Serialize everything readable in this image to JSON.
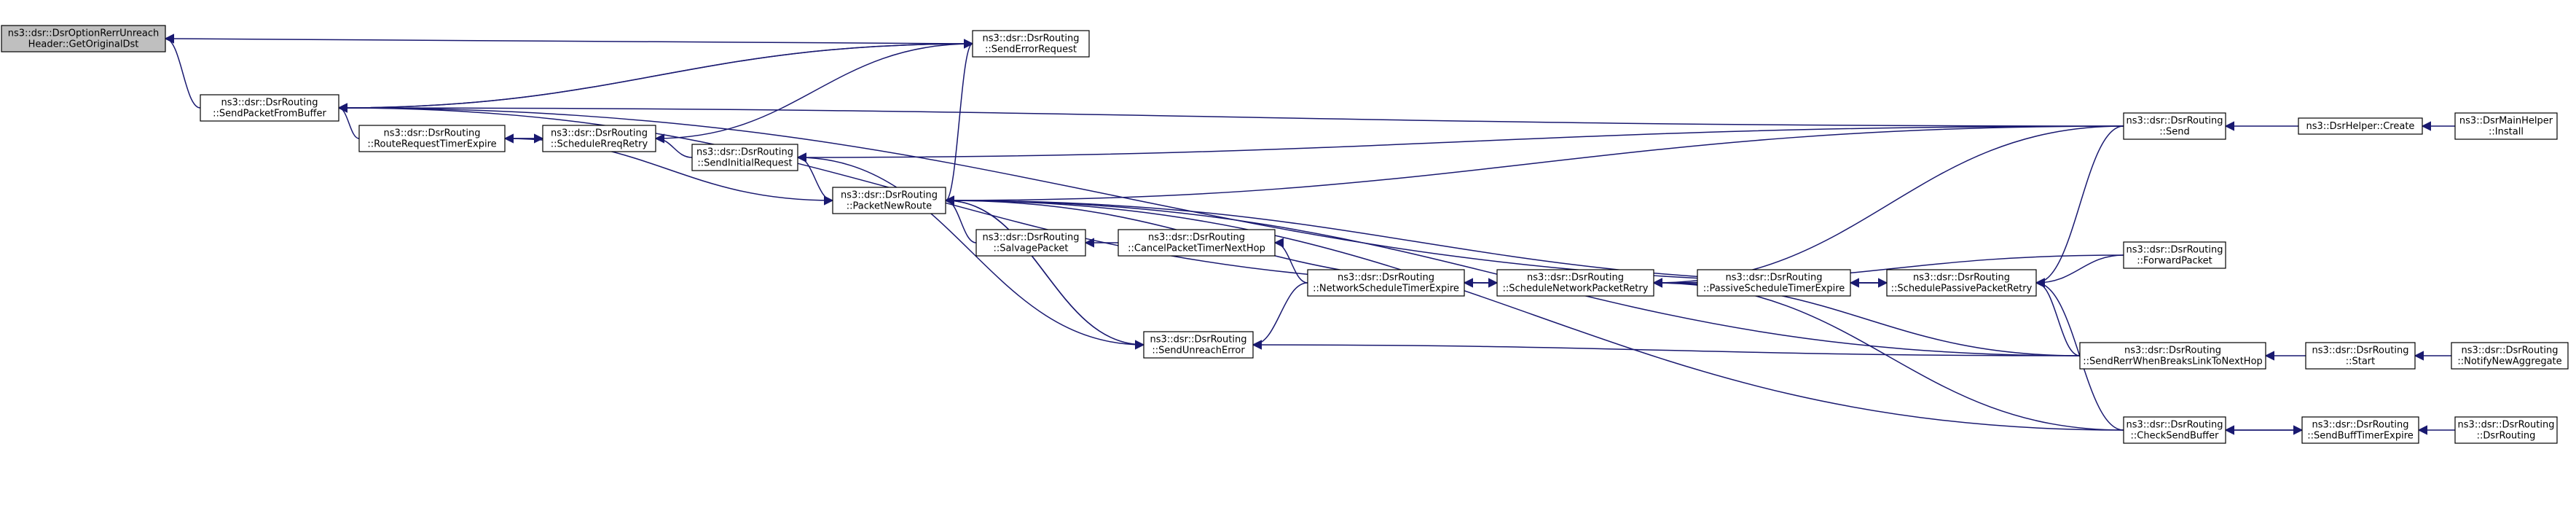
{
  "nodes": [
    {
      "id": "root",
      "lines": [
        "ns3::dsr::DsrOptionRerrUnreach",
        "Header::GetOriginalDst"
      ]
    },
    {
      "id": "sendPacketFromBuffer",
      "lines": [
        "ns3::dsr::DsrRouting",
        "::SendPacketFromBuffer"
      ]
    },
    {
      "id": "sendErrorRequest",
      "lines": [
        "ns3::dsr::DsrRouting",
        "::SendErrorRequest"
      ]
    },
    {
      "id": "routeRequestTimerExpire",
      "lines": [
        "ns3::dsr::DsrRouting",
        "::RouteRequestTimerExpire"
      ]
    },
    {
      "id": "scheduleRreqRetry",
      "lines": [
        "ns3::dsr::DsrRouting",
        "::ScheduleRreqRetry"
      ]
    },
    {
      "id": "sendInitialRequest",
      "lines": [
        "ns3::dsr::DsrRouting",
        "::SendInitialRequest"
      ]
    },
    {
      "id": "packetNewRoute",
      "lines": [
        "ns3::dsr::DsrRouting",
        "::PacketNewRoute"
      ]
    },
    {
      "id": "salvagePacket",
      "lines": [
        "ns3::dsr::DsrRouting",
        "::SalvagePacket"
      ]
    },
    {
      "id": "cancelPacketTimerNextHop",
      "lines": [
        "ns3::dsr::DsrRouting",
        "::CancelPacketTimerNextHop"
      ]
    },
    {
      "id": "networkScheduleTimerExpire",
      "lines": [
        "ns3::dsr::DsrRouting",
        "::NetworkScheduleTimerExpire"
      ]
    },
    {
      "id": "sendUnreachError",
      "lines": [
        "ns3::dsr::DsrRouting",
        "::SendUnreachError"
      ]
    },
    {
      "id": "scheduleNetworkPacketRetry",
      "lines": [
        "ns3::dsr::DsrRouting",
        "::ScheduleNetworkPacketRetry"
      ]
    },
    {
      "id": "passiveScheduleTimerExpire",
      "lines": [
        "ns3::dsr::DsrRouting",
        "::PassiveScheduleTimerExpire"
      ]
    },
    {
      "id": "schedulePassivePacketRetry",
      "lines": [
        "ns3::dsr::DsrRouting",
        "::SchedulePassivePacketRetry"
      ]
    },
    {
      "id": "send",
      "lines": [
        "ns3::dsr::DsrRouting",
        "::Send"
      ]
    },
    {
      "id": "forwardPacket",
      "lines": [
        "ns3::dsr::DsrRouting",
        "::ForwardPacket"
      ]
    },
    {
      "id": "sendRerrWhenBreaksLinkToNextHop",
      "lines": [
        "ns3::dsr::DsrRouting",
        "::SendRerrWhenBreaksLinkToNextHop"
      ]
    },
    {
      "id": "checkSendBuffer",
      "lines": [
        "ns3::dsr::DsrRouting",
        "::CheckSendBuffer"
      ]
    },
    {
      "id": "dsrHelperCreate",
      "lines": [
        "ns3::DsrHelper::Create"
      ]
    },
    {
      "id": "dsrMainHelperInstall",
      "lines": [
        "ns3::DsrMainHelper",
        "::Install"
      ]
    },
    {
      "id": "start",
      "lines": [
        "ns3::dsr::DsrRouting",
        "::Start"
      ]
    },
    {
      "id": "notifyNewAggregate",
      "lines": [
        "ns3::dsr::DsrRouting",
        "::NotifyNewAggregate"
      ]
    },
    {
      "id": "sendBuffTimerExpire",
      "lines": [
        "ns3::dsr::DsrRouting",
        "::SendBuffTimerExpire"
      ]
    },
    {
      "id": "dsrRoutingCtor",
      "lines": [
        "ns3::dsr::DsrRouting",
        "::DsrRouting"
      ]
    }
  ],
  "edges": [
    {
      "from": "sendPacketFromBuffer",
      "to": "root"
    },
    {
      "from": "sendErrorRequest",
      "to": "root"
    },
    {
      "from": "send",
      "to": "sendPacketFromBuffer"
    },
    {
      "from": "sendErrorRequest",
      "to": "sendPacketFromBuffer"
    },
    {
      "from": "routeRequestTimerExpire",
      "to": "sendPacketFromBuffer"
    },
    {
      "from": "scheduleNetworkPacketRetry",
      "to": "sendPacketFromBuffer"
    },
    {
      "from": "schedulePassivePacketRetry",
      "to": "sendPacketFromBuffer"
    },
    {
      "from": "sendPacketFromBuffer",
      "to": "sendErrorRequest"
    },
    {
      "from": "scheduleRreqRetry",
      "to": "routeRequestTimerExpire"
    },
    {
      "from": "routeRequestTimerExpire",
      "to": "scheduleRreqRetry"
    },
    {
      "from": "sendInitialRequest",
      "to": "scheduleRreqRetry"
    },
    {
      "from": "scheduleRreqRetry",
      "to": "sendErrorRequest"
    },
    {
      "from": "packetNewRoute",
      "to": "sendInitialRequest"
    },
    {
      "from": "send",
      "to": "sendInitialRequest"
    },
    {
      "from": "sendUnreachError",
      "to": "sendInitialRequest"
    },
    {
      "from": "routeRequestTimerExpire",
      "to": "packetNewRoute"
    },
    {
      "from": "packetNewRoute",
      "to": "sendErrorRequest"
    },
    {
      "from": "send",
      "to": "packetNewRoute"
    },
    {
      "from": "salvagePacket",
      "to": "packetNewRoute"
    },
    {
      "from": "sendUnreachError",
      "to": "packetNewRoute"
    },
    {
      "from": "scheduleNetworkPacketRetry",
      "to": "packetNewRoute"
    },
    {
      "from": "schedulePassivePacketRetry",
      "to": "packetNewRoute"
    },
    {
      "from": "sendRerrWhenBreaksLinkToNextHop",
      "to": "packetNewRoute"
    },
    {
      "from": "checkSendBuffer",
      "to": "packetNewRoute"
    },
    {
      "from": "cancelPacketTimerNextHop",
      "to": "salvagePacket"
    },
    {
      "from": "networkScheduleTimerExpire",
      "to": "cancelPacketTimerNextHop"
    },
    {
      "from": "scheduleNetworkPacketRetry",
      "to": "networkScheduleTimerExpire"
    },
    {
      "from": "packetNewRoute",
      "to": "sendUnreachError"
    },
    {
      "from": "networkScheduleTimerExpire",
      "to": "sendUnreachError"
    },
    {
      "from": "sendRerrWhenBreaksLinkToNextHop",
      "to": "sendUnreachError"
    },
    {
      "from": "networkScheduleTimerExpire",
      "to": "scheduleNetworkPacketRetry"
    },
    {
      "from": "passiveScheduleTimerExpire",
      "to": "scheduleNetworkPacketRetry"
    },
    {
      "from": "send",
      "to": "scheduleNetworkPacketRetry"
    },
    {
      "from": "sendRerrWhenBreaksLinkToNextHop",
      "to": "scheduleNetworkPacketRetry"
    },
    {
      "from": "checkSendBuffer",
      "to": "scheduleNetworkPacketRetry"
    },
    {
      "from": "schedulePassivePacketRetry",
      "to": "passiveScheduleTimerExpire"
    },
    {
      "from": "passiveScheduleTimerExpire",
      "to": "schedulePassivePacketRetry"
    },
    {
      "from": "send",
      "to": "schedulePassivePacketRetry"
    },
    {
      "from": "forwardPacket",
      "to": "schedulePassivePacketRetry"
    },
    {
      "from": "sendRerrWhenBreaksLinkToNextHop",
      "to": "schedulePassivePacketRetry"
    },
    {
      "from": "checkSendBuffer",
      "to": "schedulePassivePacketRetry"
    },
    {
      "from": "forwardPacket",
      "to": "scheduleNetworkPacketRetry"
    },
    {
      "from": "dsrHelperCreate",
      "to": "send"
    },
    {
      "from": "dsrMainHelperInstall",
      "to": "dsrHelperCreate"
    },
    {
      "from": "start",
      "to": "sendRerrWhenBreaksLinkToNextHop"
    },
    {
      "from": "notifyNewAggregate",
      "to": "start"
    },
    {
      "from": "sendBuffTimerExpire",
      "to": "checkSendBuffer"
    },
    {
      "from": "checkSendBuffer",
      "to": "sendBuffTimerExpire"
    },
    {
      "from": "dsrRoutingCtor",
      "to": "sendBuffTimerExpire"
    }
  ]
}
